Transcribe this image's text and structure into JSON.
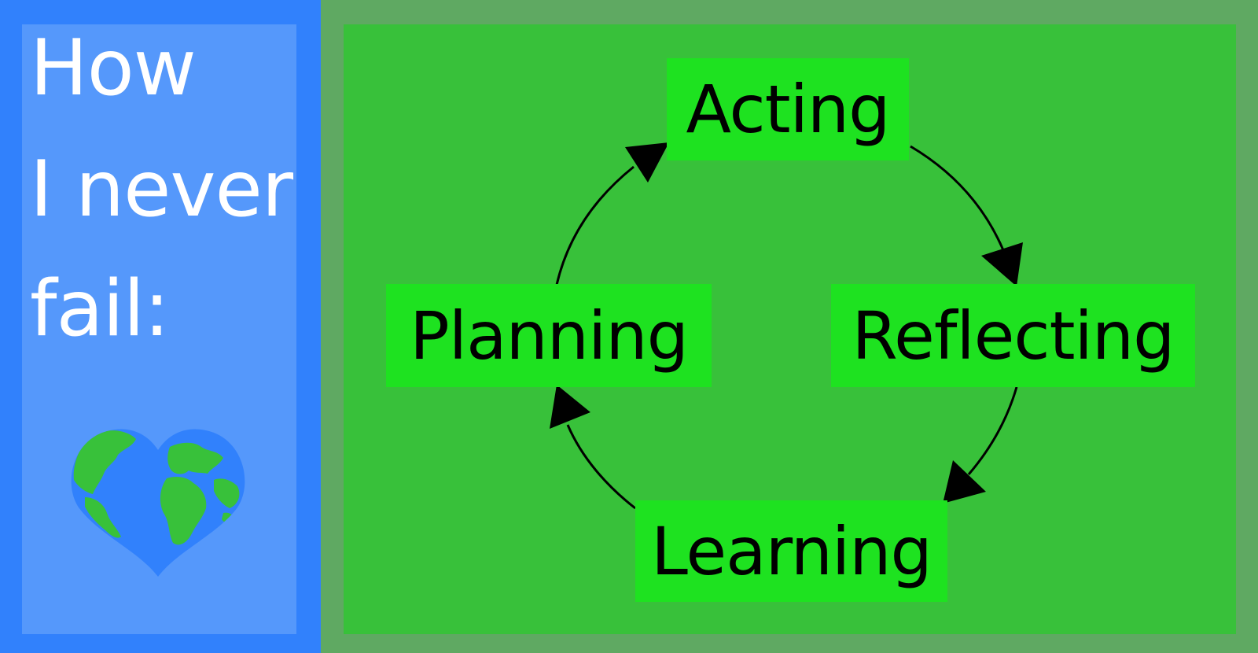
{
  "title": {
    "lines": [
      "How",
      "I never",
      "fail:"
    ]
  },
  "icon": "heart-globe-icon",
  "cycle": {
    "nodes": {
      "acting": "Acting",
      "reflecting": "Reflecting",
      "learning": "Learning",
      "planning": "Planning"
    },
    "edges": [
      {
        "from": "Acting",
        "to": "Reflecting"
      },
      {
        "from": "Reflecting",
        "to": "Learning"
      },
      {
        "from": "Learning",
        "to": "Planning"
      },
      {
        "from": "Planning",
        "to": "Acting"
      }
    ]
  },
  "colors": {
    "left_frame": "#3181fc",
    "left_panel": "#5598fb",
    "right_frame": "#5fa962",
    "right_panel": "#38c13a",
    "node_fill": "#1ee220",
    "title_text": "#ffffff",
    "node_text": "#000000"
  }
}
